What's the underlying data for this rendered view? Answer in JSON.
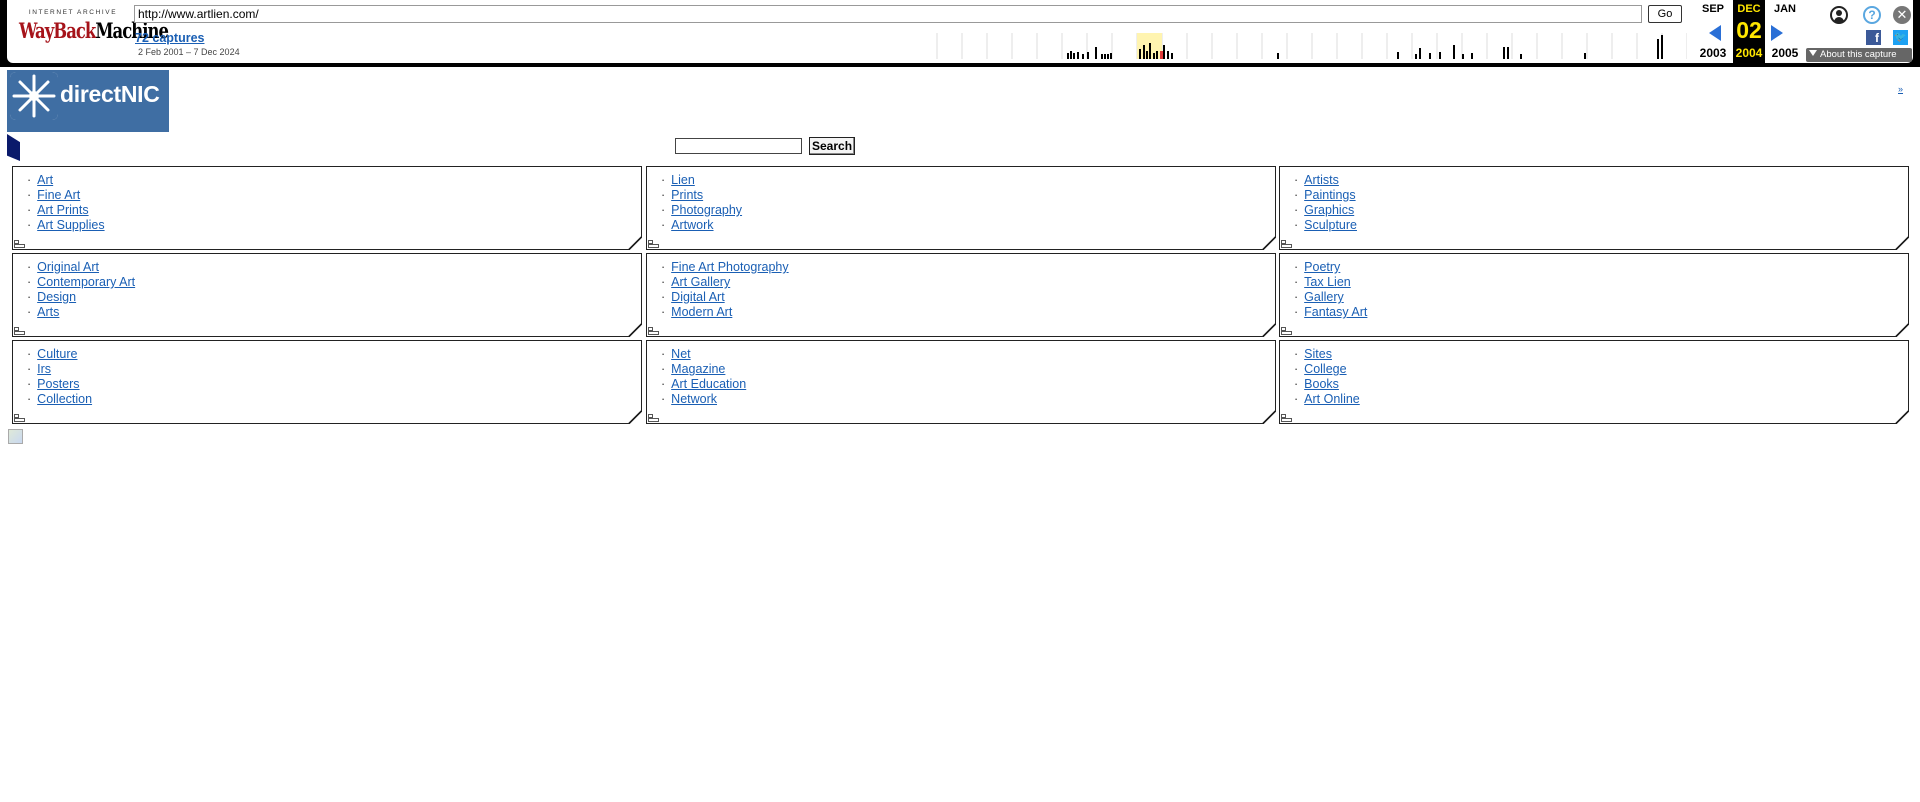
{
  "toolbar": {
    "logo_top": "INTERNET ARCHIVE",
    "logo_wayback": "WayBack",
    "logo_machine": "Machine",
    "url": "http://www.artlien.com/",
    "go_label": "Go",
    "captures_label": "72 captures",
    "range_label": "2 Feb 2001 – 7 Dec 2024",
    "prev_month": "SEP",
    "prev_year": "2003",
    "current_month": "DEC",
    "current_day": "02",
    "current_year": "2004",
    "next_month": "JAN",
    "next_year": "2005",
    "about_label": "About this capture",
    "help_glyph": "?",
    "close_glyph": "✕",
    "facebook_glyph": "f",
    "twitter_glyph": "🐦",
    "accent_color": "#2a6fd6",
    "highlight_color": "#ffe600"
  },
  "header": {
    "logo_text": "directNIC",
    "corner_link": "»"
  },
  "search": {
    "input_value": "",
    "button_label": "Search"
  },
  "link_boxes": [
    [
      "Art",
      "Fine Art",
      "Art Prints",
      "Art Supplies"
    ],
    [
      "Lien",
      "Prints",
      "Photography",
      "Artwork"
    ],
    [
      "Artists",
      "Paintings",
      "Graphics",
      "Sculpture"
    ],
    [
      "Original Art",
      "Contemporary Art",
      "Design",
      "Arts"
    ],
    [
      "Fine Art Photography",
      "Art Gallery",
      "Digital Art",
      "Modern Art"
    ],
    [
      "Poetry",
      "Tax Lien",
      "Gallery",
      "Fantasy Art"
    ],
    [
      "Culture",
      "Irs",
      "Posters",
      "Collection"
    ],
    [
      "Net",
      "Magazine",
      "Art Education",
      "Network"
    ],
    [
      "Sites",
      "College",
      "Books",
      "Art Online"
    ]
  ],
  "bullet": "·"
}
